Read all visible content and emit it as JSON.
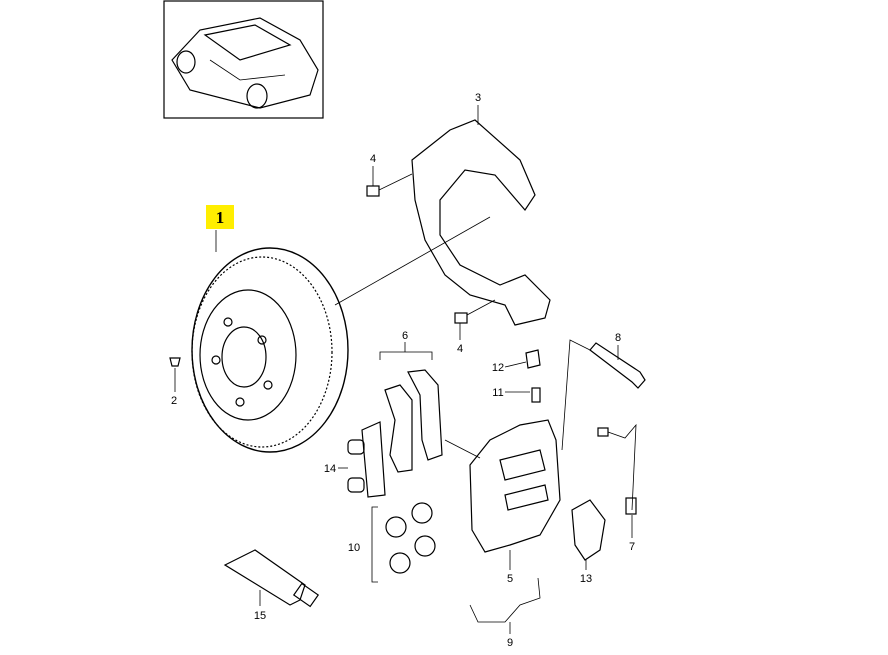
{
  "diagram": {
    "highlight_color": "#ffee00",
    "selected_part": "1",
    "labels": [
      "1",
      "2",
      "3",
      "4",
      "4",
      "5",
      "6",
      "7",
      "8",
      "9",
      "10",
      "11",
      "12",
      "13",
      "14",
      "15"
    ]
  }
}
